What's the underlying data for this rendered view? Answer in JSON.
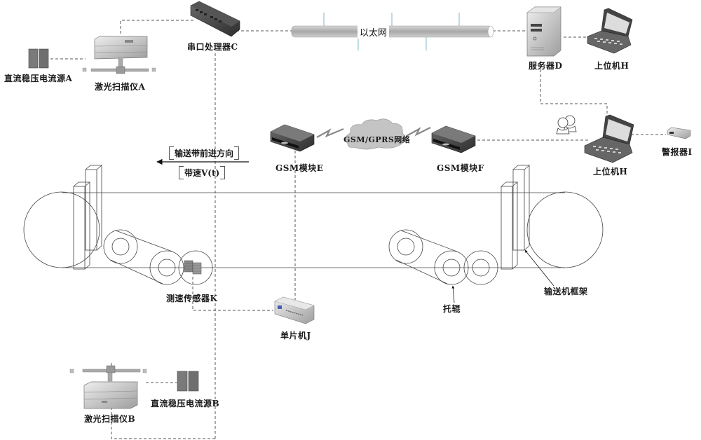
{
  "diagram": {
    "title": "Conveyor belt laser-scanning monitoring system",
    "network": {
      "ethernet_label": "以太网",
      "gsm_network_label": "GSM/GPRS网络"
    },
    "devices": {
      "power_a": "直流稳压电流源A",
      "laser_a": "激光扫描仪A",
      "serial_c": "串口处理器C",
      "server_d": "服务器D",
      "host_top": "上位机H",
      "host_right": "上位机H",
      "alarm_i": "警报器I",
      "gsm_e": "GSM模块E",
      "gsm_f": "GSM模块F",
      "speed_sensor_k": "测速传感器K",
      "mcu_j": "单片机J",
      "laser_b": "激光扫描仪B",
      "power_b": "直流稳压电流源B"
    },
    "conveyor": {
      "direction_label": "输送带前进方向",
      "speed_label": "带速V(t)",
      "roller_label": "托辊",
      "frame_label": "输送机框架"
    },
    "colors": {
      "line": "#555555",
      "device_dark": "#3a3a3a",
      "device_gray": "#9a9a9a",
      "ethernet_tick": "#7fb7c4",
      "cloud": "#b9b9b9"
    }
  }
}
